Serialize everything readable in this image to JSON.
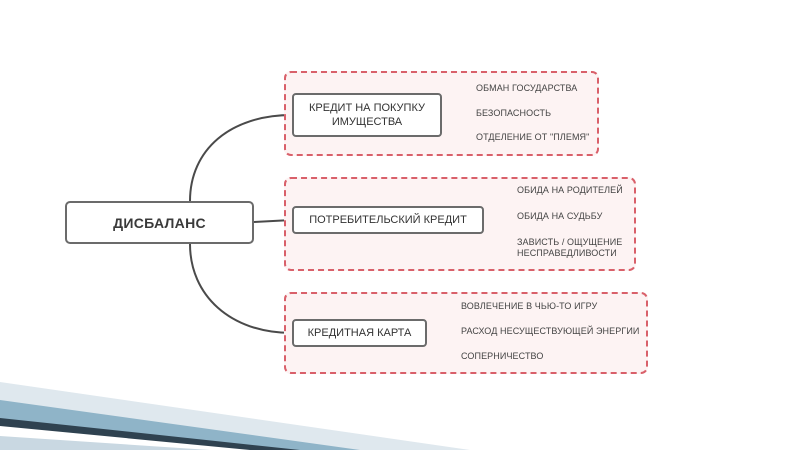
{
  "diagram": {
    "root": {
      "label": "ДИСБАЛАНС"
    },
    "branches": [
      {
        "label": "КРЕДИТ НА ПОКУПКУ ИМУЩЕСТВА",
        "leaves": [
          "ОБМАН ГОСУДАРСТВА",
          "БЕЗОПАСНОСТЬ",
          "ОТДЕЛЕНИЕ ОТ \"ПЛЕМЯ\""
        ]
      },
      {
        "label": "ПОТРЕБИТЕЛЬСКИЙ КРЕДИТ",
        "leaves": [
          "ОБИДА НА РОДИТЕЛЕЙ",
          "ОБИДА НА СУДЬБУ",
          "ЗАВИСТЬ / ОЩУЩЕНИЕ НЕСПРАВЕДЛИВОСТИ"
        ]
      },
      {
        "label": "КРЕДИТНАЯ КАРТА",
        "leaves": [
          "ВОВЛЕЧЕНИЕ В ЧЬЮ-ТО ИГРУ",
          "РАСХОД НЕСУЩЕСТВУЮЩЕЙ ЭНЕРГИИ",
          "СОПЕРНИЧЕСТВО"
        ]
      }
    ],
    "colors": {
      "frame_border": "#d9606a",
      "frame_fill": "#fdf3f3",
      "node_border": "#6b6b6b",
      "connector": "#4a4a4a",
      "leaf_connector": "#b0b0b0"
    }
  }
}
